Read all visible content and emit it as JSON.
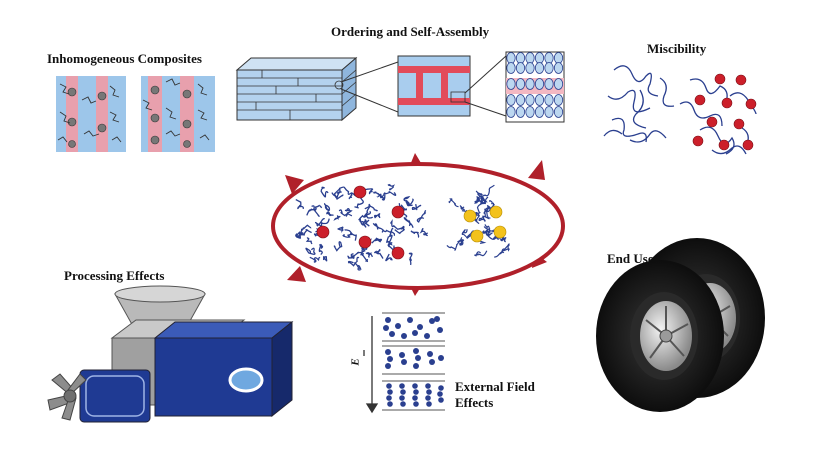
{
  "labels": {
    "inhomogeneous": "Inhomogeneous Composites",
    "ordering": "Ordering and Self-Assembly",
    "miscibility": "Miscibility",
    "processing": "Processing Effects",
    "end_use": "End Use Properties",
    "external_line1": "External Field",
    "external_line2": "Effects",
    "field_symbol": "E"
  },
  "colors": {
    "ring_red": "#b0202a",
    "particle_red": "#cc1f2a",
    "particle_yellow": "#f3c21c",
    "chain_blue": "#2a3f8f",
    "machine_blue": "#1f3a93",
    "panel_blue": "#9dc6ea",
    "panel_pink": "#e8a0ad",
    "machine_gray": "#a8a8a8",
    "tire_black": "#151515"
  }
}
